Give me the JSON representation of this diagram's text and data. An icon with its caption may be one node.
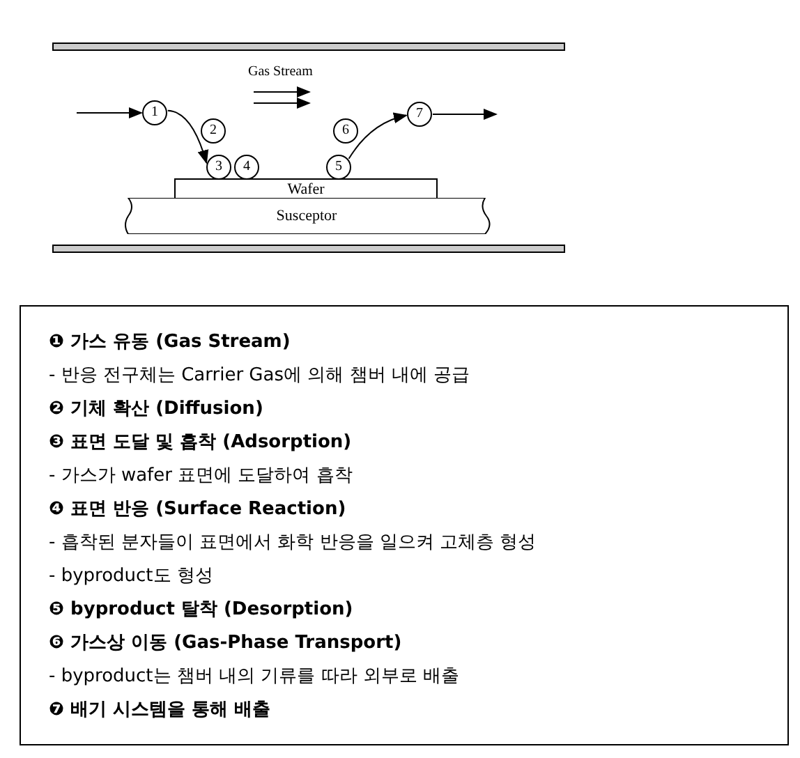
{
  "diagram": {
    "nodes": [
      {
        "text": [
          "1"
        ]
      },
      {
        "text": [
          "2"
        ]
      },
      {
        "text": [
          "3"
        ]
      },
      {
        "text": [
          "4"
        ]
      },
      {
        "text": [
          "5"
        ]
      },
      {
        "text": [
          "6"
        ]
      },
      {
        "text": [
          "7"
        ]
      },
      {
        "text": [
          "Wafer"
        ]
      },
      {
        "text": [
          "Susceptor"
        ]
      },
      {
        "text": [
          "❶ 가스 유동 (Gas Stream)",
          "- 반응 전구체는 Carrier Gas에 의해 챔버 내에 공급",
          "❷ 기체 확산 (Diffusion)",
          "❸ 표면 도달 및 흡착 (Adsorption)",
          "- 가스가 wafer 표면에 도달하여 흡착",
          "❹ 표면 반응 (Surface Reaction)",
          "- 흡착된 분자들이 표면에서 화학 반응을 일으켜 고체층 형성",
          "- byproduct도 형성",
          "❺ byproduct 탈착 (Desorption)",
          "❻ 가스상 이동 (Gas-Phase Transport)",
          "- byproduct는 챔버 내의 기류를 따라 외부로 배출",
          "❼ 배기 시스템을 통해 배출"
        ]
      }
    ],
    "edges": [
      {
        "from": null,
        "to": 0,
        "arrow": "to"
      },
      {
        "from": 0,
        "to": 2,
        "arrow": "to"
      },
      {
        "from": 4,
        "to": 6,
        "arrow": "to"
      },
      {
        "from": 6,
        "to": null,
        "arrow": "to"
      }
    ],
    "labels": [
      "Gas Stream"
    ]
  }
}
